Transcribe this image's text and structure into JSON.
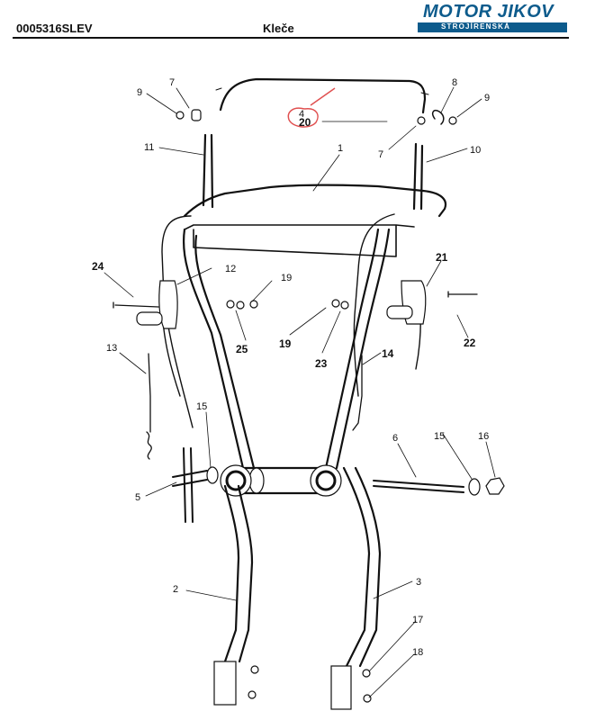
{
  "header": {
    "code": "0005316SLEV",
    "title": "Kleče",
    "logo_main": "MOTOR JIKOV",
    "logo_sub": "STROJÍRENSKÁ"
  },
  "colors": {
    "brand": "#0d5b8c",
    "annotation": "#e05050",
    "line": "#111111"
  },
  "parts": [
    {
      "id": "1",
      "text": "1",
      "bold": false
    },
    {
      "id": "2",
      "text": "2",
      "bold": false
    },
    {
      "id": "3",
      "text": "3",
      "bold": false
    },
    {
      "id": "4",
      "text": "4",
      "bold": false
    },
    {
      "id": "5",
      "text": "5",
      "bold": false
    },
    {
      "id": "6",
      "text": "6",
      "bold": false
    },
    {
      "id": "7a",
      "text": "7",
      "bold": false
    },
    {
      "id": "7b",
      "text": "7",
      "bold": false
    },
    {
      "id": "8",
      "text": "8",
      "bold": false
    },
    {
      "id": "9a",
      "text": "9",
      "bold": false
    },
    {
      "id": "9b",
      "text": "9",
      "bold": false
    },
    {
      "id": "10",
      "text": "10",
      "bold": false
    },
    {
      "id": "11",
      "text": "11",
      "bold": false
    },
    {
      "id": "12",
      "text": "12",
      "bold": false
    },
    {
      "id": "13",
      "text": "13",
      "bold": false
    },
    {
      "id": "14",
      "text": "14",
      "bold": true
    },
    {
      "id": "15a",
      "text": "15",
      "bold": false
    },
    {
      "id": "15b",
      "text": "15",
      "bold": false
    },
    {
      "id": "16",
      "text": "16",
      "bold": false
    },
    {
      "id": "17",
      "text": "17",
      "bold": false
    },
    {
      "id": "18",
      "text": "18",
      "bold": false
    },
    {
      "id": "19a",
      "text": "19",
      "bold": false
    },
    {
      "id": "19b",
      "text": "19",
      "bold": true
    },
    {
      "id": "20",
      "text": "20",
      "bold": true
    },
    {
      "id": "21",
      "text": "21",
      "bold": true
    },
    {
      "id": "22",
      "text": "22",
      "bold": true
    },
    {
      "id": "23",
      "text": "23",
      "bold": true
    },
    {
      "id": "24",
      "text": "24",
      "bold": true
    },
    {
      "id": "25",
      "text": "25",
      "bold": true
    }
  ]
}
